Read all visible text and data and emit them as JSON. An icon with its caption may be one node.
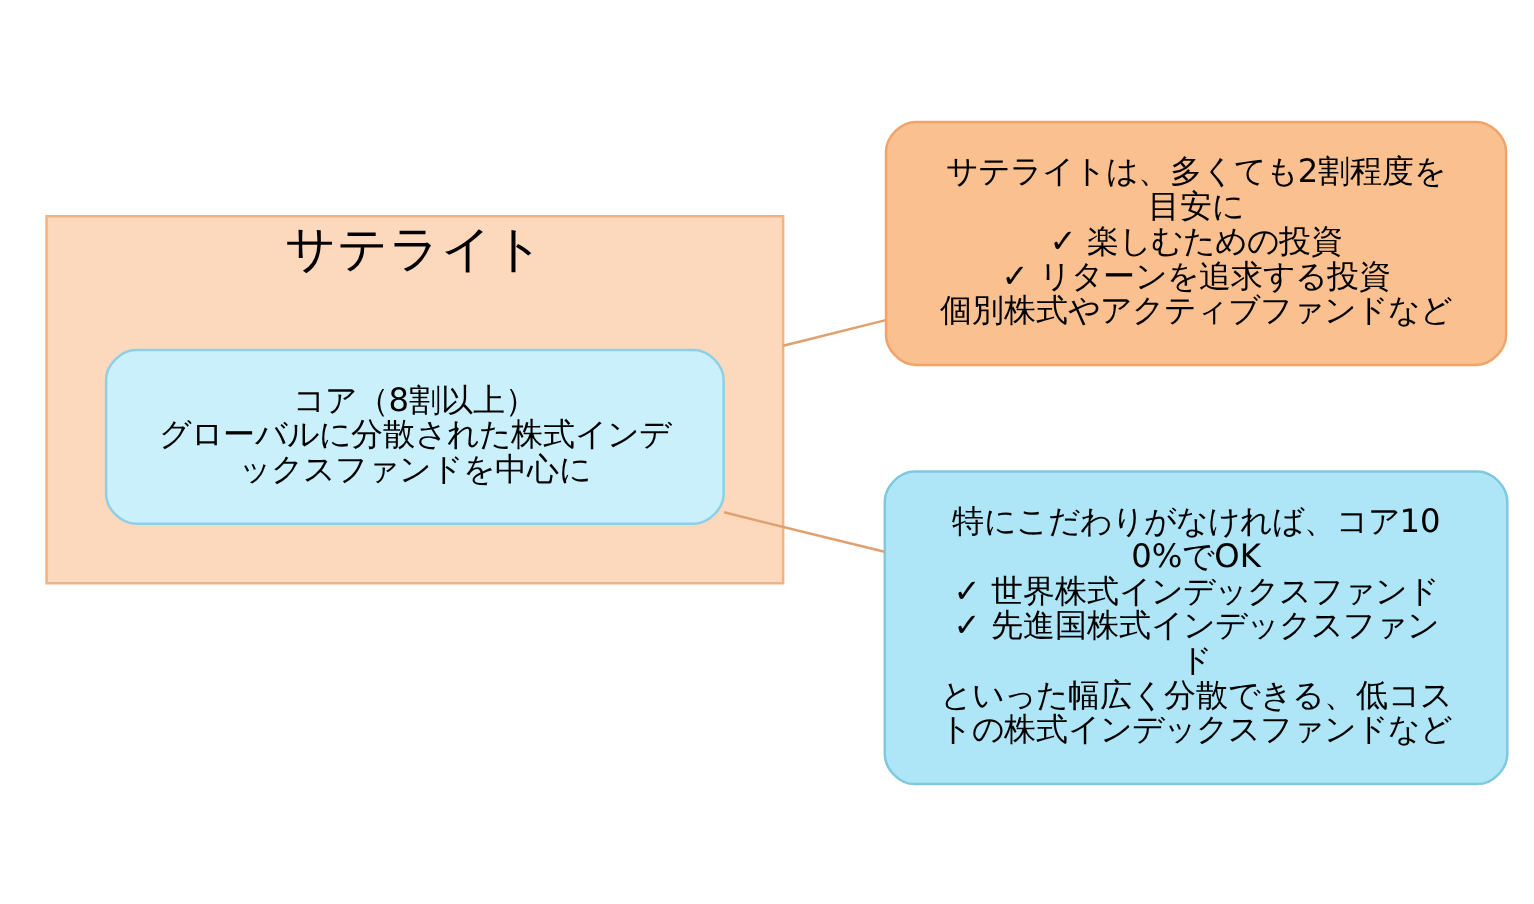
{
  "diagram": {
    "nodes": [
      {
        "text": [
          "サテライト"
        ]
      },
      {
        "text": [
          "コア（8割以上）",
          "グローバルに分散された株式インデックスファンドを中心に"
        ],
        "in": 0
      },
      {
        "text": [
          "サテライトは、多くても2割程度を目安に",
          "✓ 楽しむための投資",
          "✓ リターンを追求する投資",
          "個別株式やアクティブファンドなど"
        ]
      },
      {
        "text": [
          "特にこだわりがなければ、コア100%でOK",
          "✓ 世界株式インデックスファンド",
          "✓ 先進国株式インデックスファンド",
          "といった幅広く分散できる、低コストの株式インデックスファンドなど"
        ]
      }
    ],
    "edges": [
      {
        "from": 2,
        "to": 0,
        "arrow": "none"
      },
      {
        "from": 3,
        "to": 1,
        "arrow": "none"
      }
    ]
  }
}
